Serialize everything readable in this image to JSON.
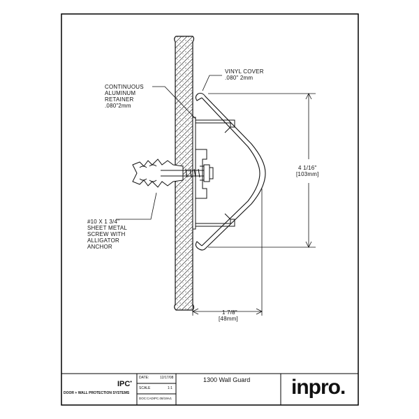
{
  "callouts": {
    "vinyl_cover": [
      "VINYL COVER",
      ".080\" 2mm"
    ],
    "retainer": [
      "CONTINUOUS",
      "ALUMINUM",
      "RETAINER",
      ".080\"2mm"
    ],
    "screw": [
      "#10 X 1 3/4\"",
      "SHEET METAL",
      "SCREW WITH",
      "ALLIGATOR",
      "ANCHOR"
    ]
  },
  "dimensions": {
    "height_imperial": "4 1/16\"",
    "height_metric": "[103mm]",
    "depth_imperial": "1 7/8\"",
    "depth_metric": "[48mm]"
  },
  "title_block": {
    "brand": "IPC",
    "brand_tagline": "DOOR + WALL PROTECTION SYSTEMS",
    "date_label": "DATE:",
    "date_value": "12/17/08",
    "scale_label": "SCALE",
    "scale_value": "1:1",
    "doc_code": "DOC:CADIPC.08/19rv1",
    "product_title": "1300 Wall Guard",
    "logo_text": "inpro."
  }
}
